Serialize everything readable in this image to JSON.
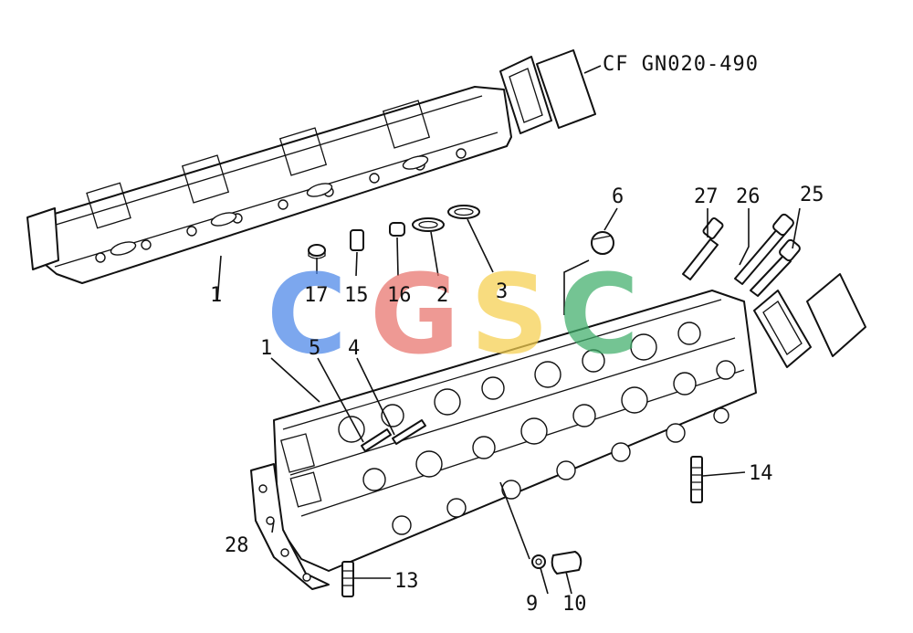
{
  "diagram": {
    "reference_note": "CF GN020-490",
    "watermark": {
      "letters": [
        {
          "char": "C",
          "color": "#4a86e8"
        },
        {
          "char": "G",
          "color": "#e8726b"
        },
        {
          "char": "S",
          "color": "#f6cf4f"
        },
        {
          "char": "C",
          "color": "#3fae6a"
        }
      ]
    },
    "callouts": {
      "c1_top": "1",
      "c1_low": "1",
      "c2": "2",
      "c3": "3",
      "c4": "4",
      "c5": "5",
      "c6": "6",
      "c9": "9",
      "c10": "10",
      "c13": "13",
      "c14": "14",
      "c15": "15",
      "c16": "16",
      "c17": "17",
      "c25": "25",
      "c26": "26",
      "c27": "27",
      "c28": "28"
    }
  }
}
